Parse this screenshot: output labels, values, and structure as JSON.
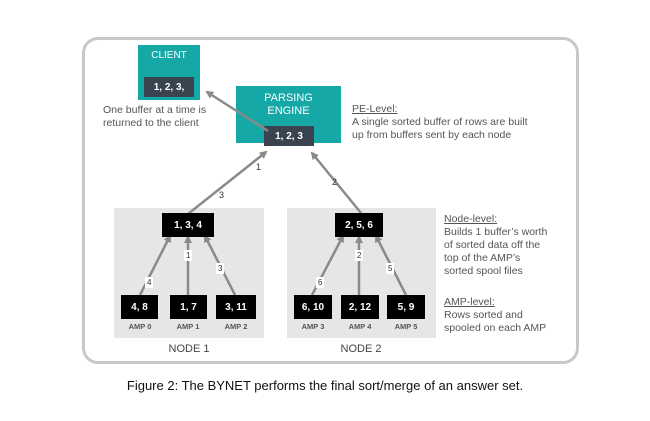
{
  "client": {
    "title": "CLIENT",
    "value": "1, 2, 3,"
  },
  "client_note": {
    "line1": "One buffer at a time is",
    "line2": "returned to the client"
  },
  "parsing_engine": {
    "title_line1": "PARSING",
    "title_line2": "ENGINE",
    "value": "1, 2, 3"
  },
  "pe_note": {
    "heading": "PE-Level:",
    "line1": "A single sorted buffer of rows are built",
    "line2": "up from buffers sent by each node"
  },
  "node_note": {
    "heading": "Node-level:",
    "line1": "Builds 1 buffer’s worth",
    "line2": "of sorted data off the",
    "line3": "top of the AMP’s",
    "line4": "sorted spool files"
  },
  "amp_note": {
    "heading": "AMP-level:",
    "line1": "Rows sorted and",
    "line2": "spooled on each AMP"
  },
  "node1": {
    "label": "NODE 1",
    "merge_value": "1, 3, 4",
    "amps": [
      {
        "value": "4, 8",
        "label": "AMP 0",
        "badge": "4"
      },
      {
        "value": "1, 7",
        "label": "AMP 1",
        "badge": "1"
      },
      {
        "value": "3, 11",
        "label": "AMP 2",
        "badge": "3"
      }
    ]
  },
  "node2": {
    "label": "NODE 2",
    "merge_value": "2, 5, 6",
    "amps": [
      {
        "value": "6, 10",
        "label": "AMP 3",
        "badge": "6"
      },
      {
        "value": "2, 12",
        "label": "AMP 4",
        "badge": "2"
      },
      {
        "value": "5, 9",
        "label": "AMP 5",
        "badge": "5"
      }
    ]
  },
  "arrows": {
    "pe_to_client": "1",
    "node1_to_pe": "3",
    "node2_to_pe": "2"
  },
  "caption": "Figure 2:  The BYNET performs the final sort/merge of an answer set.",
  "colors": {
    "teal": "#16a8a6",
    "node_bg": "#e6e6e6",
    "frame": "#c8c8c8",
    "chip": "#3a4350"
  }
}
